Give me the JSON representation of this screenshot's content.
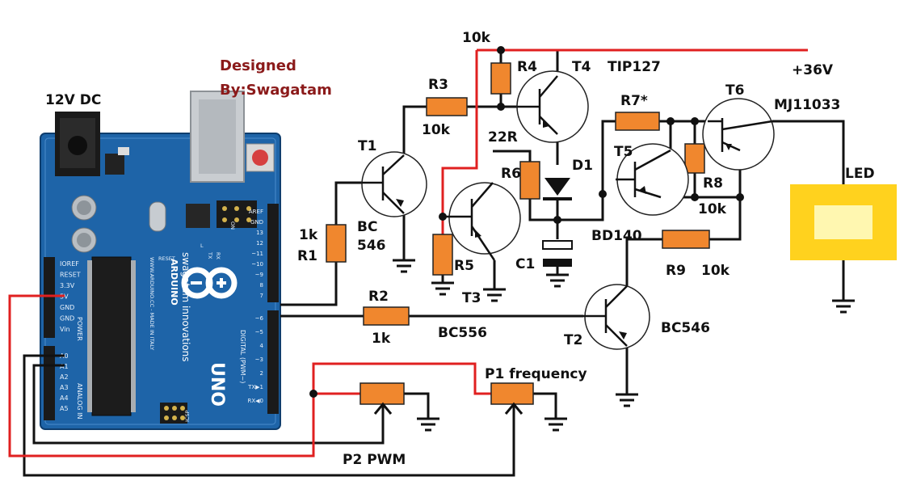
{
  "credit": {
    "line1": "Designed",
    "line2": "By:Swagatam"
  },
  "power": {
    "dc_in": "12V DC",
    "supply": "+36V"
  },
  "board": {
    "name": "UNO",
    "brand": "ARDUINO",
    "maker": "swagatam innovations",
    "url": "WWW.ARDUINO.CC - MADE IN ITALY",
    "power_pins": [
      "IOREF",
      "RESET",
      "3.3V",
      "5V",
      "GND",
      "GND",
      "Vin"
    ],
    "power_header": "POWER",
    "analog_pins": [
      "A0",
      "A1",
      "A2",
      "A3",
      "A4",
      "A5"
    ],
    "analog_header": "ANALOG IN",
    "digital_pins": [
      "AREF",
      "GND",
      "13",
      "12",
      "~11",
      "~10",
      "~9",
      "8",
      "7",
      "~6",
      "~5",
      "4",
      "~3",
      "2",
      "TX▶1",
      "RX◀0"
    ],
    "digital_header": "DIGITAL (PWM~)",
    "labels": {
      "reset": "RESET",
      "icsp": "ICSP",
      "tx": "TX",
      "rx": "RX",
      "on": "ON",
      "l": "L"
    }
  },
  "transistors": {
    "t1": {
      "name": "T1",
      "part_a": "BC",
      "part_b": "546"
    },
    "t2": {
      "name": "T2",
      "part": "BC546"
    },
    "t3": {
      "name": "T3",
      "part": "BC556"
    },
    "t4": {
      "name": "T4",
      "part": "TIP127"
    },
    "t5": {
      "name": "T5",
      "part": "BD140"
    },
    "t6": {
      "name": "T6",
      "part": "MJ11033"
    }
  },
  "resistors": {
    "r1": {
      "name": "R1",
      "value": "1k"
    },
    "r2": {
      "name": "R2",
      "value": "1k"
    },
    "r3": {
      "name": "R3",
      "value": "10k"
    },
    "r4": {
      "name": "R4",
      "value": "10k"
    },
    "r5": {
      "name": "R5"
    },
    "r6": {
      "name": "R6",
      "value": "22R"
    },
    "r7": {
      "name": "R7*"
    },
    "r8": {
      "name": "R8",
      "value": "10k"
    },
    "r9": {
      "name": "R9",
      "value": "10k"
    }
  },
  "diode": {
    "name": "D1"
  },
  "capacitor": {
    "name": "C1"
  },
  "load": {
    "name": "LED"
  },
  "pots": {
    "p1": "P1 frequency",
    "p2": "P2 PWM"
  },
  "colors": {
    "wire": "#111111",
    "supply_wire": "#e02020",
    "resistor": "#f0872e",
    "board": "#1e64a8",
    "led_outer": "#ffd21e",
    "led_inner": "#fff7b0",
    "credit": "#8b1a1a"
  }
}
